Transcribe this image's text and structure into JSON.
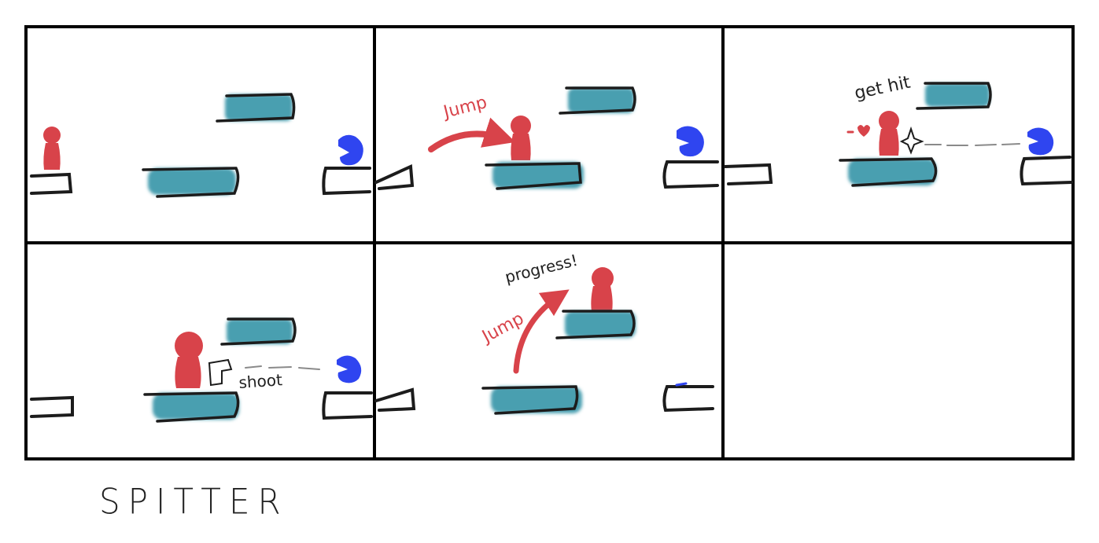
{
  "title": "SPITTER",
  "colors": {
    "player": "#d8434a",
    "enemy": "#2f45f0",
    "platform": "#4a9fb0",
    "ink": "#1c1c1c",
    "panel_border": "#000000"
  },
  "panels": [
    {
      "id": 1,
      "annotations": []
    },
    {
      "id": 2,
      "annotations": [
        "Jump"
      ]
    },
    {
      "id": 3,
      "annotations": [
        "get hit"
      ]
    },
    {
      "id": 4,
      "annotations": [
        "shoot"
      ]
    },
    {
      "id": 5,
      "annotations": [
        "progress!",
        "Jump"
      ]
    },
    {
      "id": 6,
      "annotations": []
    }
  ]
}
